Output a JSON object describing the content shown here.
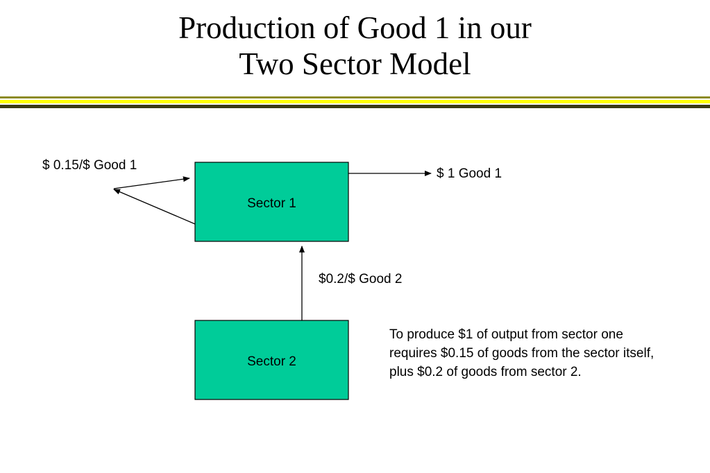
{
  "slide": {
    "title_line1": "Production of Good 1 in our",
    "title_line2": "Two Sector Model"
  },
  "diagram": {
    "sector1_label": "Sector 1",
    "sector2_label": "Sector 2",
    "self_input_label": "$ 0.15/$ Good 1",
    "output_label": "$ 1 Good 1",
    "sector2_input_label": "$0.2/$ Good 2",
    "box_fill_color": "#00cc99"
  },
  "note": {
    "text": "To produce $1 of output from sector one requires $0.15 of goods from the sector itself, plus $0.2 of goods from sector 2."
  }
}
